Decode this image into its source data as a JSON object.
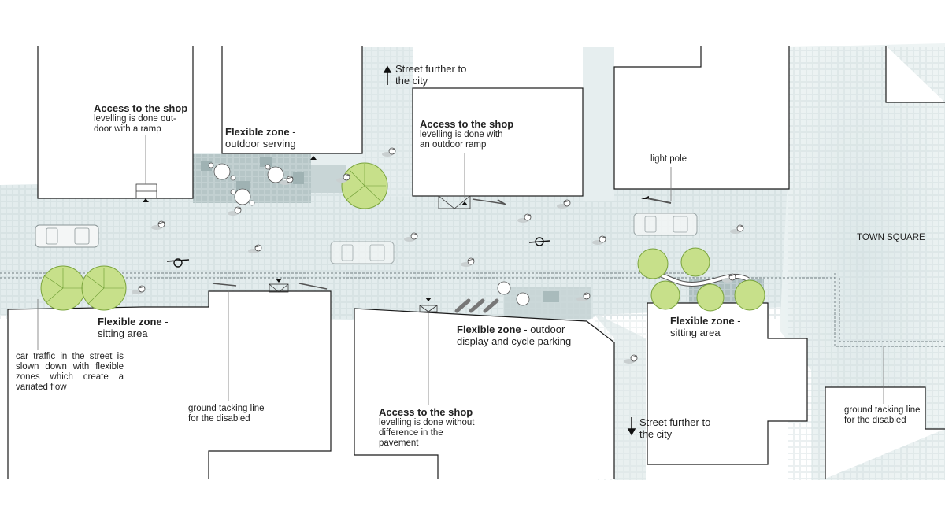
{
  "colors": {
    "street": "#e3eced",
    "paving_dark": "#a9bbbc",
    "paving_mid": "#c6d3d4",
    "building_fill": "#ffffff",
    "building_line": "#1a1a1a",
    "tree_fill": "#c7e08a",
    "tree_line": "#7aa43c",
    "tactile_line": "#6f7c80",
    "text": "#222222"
  },
  "labels": {
    "access_shop_1": {
      "title": "Access to the shop",
      "line1": "levelling is done out-",
      "line2": "door with a ramp"
    },
    "flex_outdoor_serving": {
      "title": "Flexible zone",
      "suffix": " -",
      "line2": "outdoor serving"
    },
    "street_up": {
      "line1": "Street further to",
      "line2": "the city"
    },
    "access_shop_2": {
      "title": "Access to the shop",
      "line1": "levelling is done  with",
      "line2": "an outdoor ramp"
    },
    "light_pole": "light pole",
    "town_square": "TOWN SQUARE",
    "flex_sitting_left": {
      "title": "Flexible zone",
      "suffix": " -",
      "line2": "sitting area"
    },
    "flex_display": {
      "title": "Flexible zone",
      "suffix": " - outdoor",
      "line2": "display and cycle parking"
    },
    "flex_sitting_right": {
      "title": "Flexible zone",
      "suffix": " -",
      "line2": "sitting area"
    },
    "car_traffic": "car traffic in the street is slown down with flexible zones which create a variated flow",
    "tactile_left": {
      "line1": "ground tacking line",
      "line2": "for the disabled"
    },
    "access_shop_3": {
      "title": "Access to the shop",
      "line1": "levelling is done without",
      "line2": "difference in the",
      "line3": "pavement"
    },
    "street_down": {
      "line1": "Street further to",
      "line2": "the city"
    },
    "tactile_right": {
      "line1": "ground tacking line",
      "line2": "for the disabled"
    }
  }
}
